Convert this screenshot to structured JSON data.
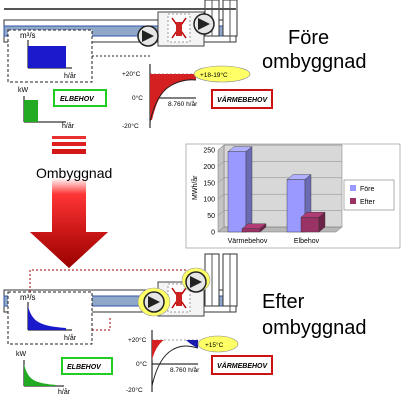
{
  "headings": {
    "before_line1": "Före",
    "before_line2": "ombyggnad",
    "after_line1": "Efter",
    "after_line2": "ombyggnad",
    "arrow_label": "Ombyggnad"
  },
  "before_panel": {
    "airflow_unit": "m³/s",
    "airflow_x_unit": "h/år",
    "power_unit": "kW",
    "power_x_unit": "h/år",
    "elbehov_label": "ELBEHOV",
    "varmebehov_label": "VÄRMEBEHOV",
    "temp_top": "+20°C",
    "temp_mid": "0°C",
    "temp_bot": "-20°C",
    "hours": "8.760 h/år",
    "setpoint_badge": "+18-19°C"
  },
  "after_panel": {
    "airflow_unit": "m³/s",
    "airflow_x_unit": "h/år",
    "power_unit": "kW",
    "power_x_unit": "h/år",
    "elbehov_label": "ELBEHOV",
    "varmebehov_label": "VÄRMEBEHOV",
    "temp_top": "+20°C",
    "temp_mid": "0°C",
    "temp_bot": "-20°C",
    "hours": "8.760 h/år",
    "setpoint_badge": "+15°C"
  },
  "colors": {
    "airflow": "#1a1acc",
    "power": "#22aa22",
    "heat": "#d42020",
    "heat_after": "#1a1ab0",
    "elbehov_border": "#22cc22",
    "varmebehov_border": "#cc1111",
    "badge": "#ffff66",
    "series_fore": "#9999ff",
    "series_efter": "#993366",
    "arrow_dark": "#a30000",
    "arrow_light": "#ff2a2a"
  },
  "chart_data": {
    "type": "bar",
    "categories": [
      "Värmebehov",
      "Elbehov"
    ],
    "series": [
      {
        "name": "Före",
        "values": [
          245,
          160
        ]
      },
      {
        "name": "Efter",
        "values": [
          10,
          45
        ]
      }
    ],
    "ylabel": "MWh/år",
    "ylim": [
      0,
      250
    ],
    "yticks": [
      "0",
      "50",
      "100",
      "150",
      "200",
      "250"
    ],
    "grid": true,
    "legend": "right",
    "projection": "3d"
  }
}
